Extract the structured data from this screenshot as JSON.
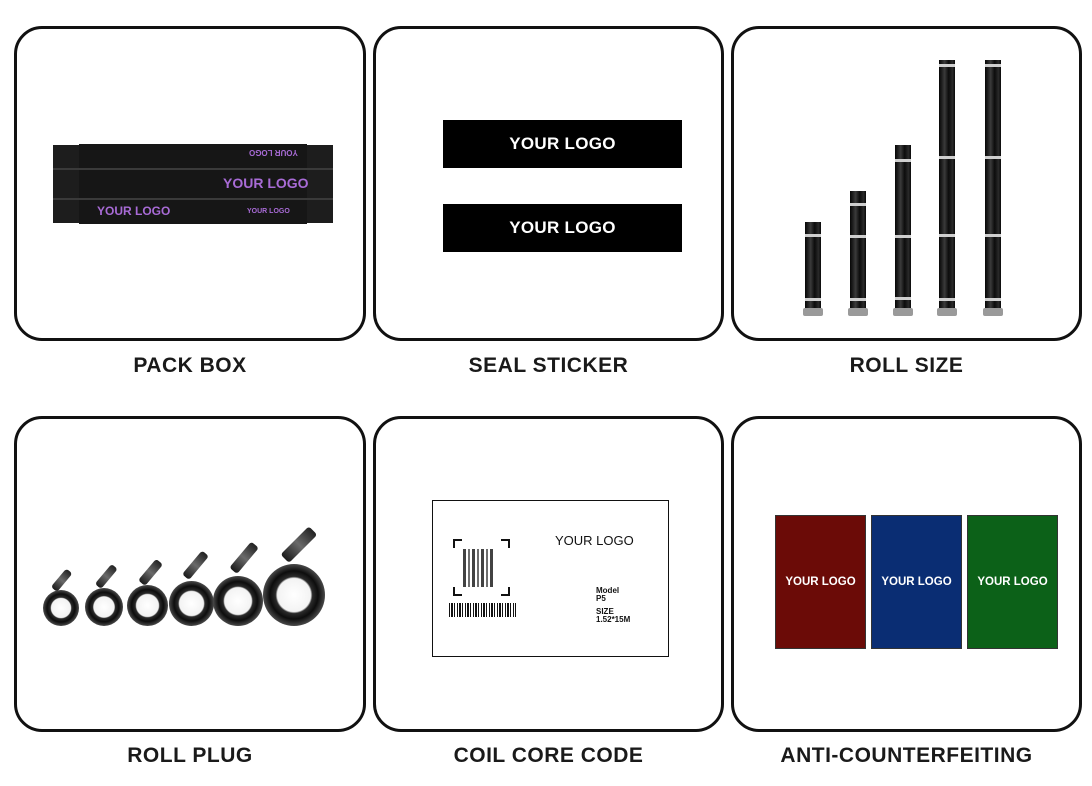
{
  "cards": [
    {
      "caption": "PACK BOX"
    },
    {
      "caption": "SEAL STICKER"
    },
    {
      "caption": "ROLL SIZE"
    },
    {
      "caption": "ROLL PLUG"
    },
    {
      "caption": "COIL CORE CODE"
    },
    {
      "caption": "ANTI-COUNTERFEITING"
    }
  ],
  "pack_box": {
    "top_mirrored": "YOUR LOGO",
    "main_logo": "YOUR LOGO",
    "bottom_left_logo": "YOUR LOGO",
    "bottom_right_logo": "YOUR LOGO",
    "accent_color": "#a86bd6"
  },
  "seal_sticker": {
    "labels": [
      "YOUR LOGO",
      "YOUR LOGO"
    ]
  },
  "coil_core_code": {
    "logo": "YOUR LOGO",
    "model_label": "Model",
    "model_value": "P5",
    "size_label": "SIZE",
    "size_value": "1.52*15M"
  },
  "anti_counterfeiting": {
    "labels": [
      {
        "text": "YOUR LOGO",
        "color": "#6b0b07"
      },
      {
        "text": "YOUR LOGO",
        "color": "#0a2d73"
      },
      {
        "text": "YOUR LOGO",
        "color": "#0c6118"
      }
    ]
  }
}
